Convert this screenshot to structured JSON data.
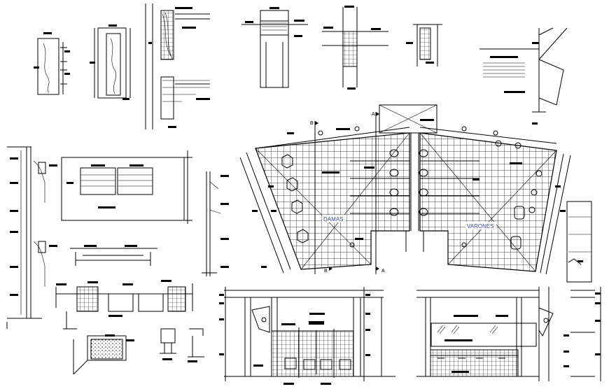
{
  "drawing": {
    "plan_labels": {
      "ladies": "DAMAS",
      "men": "VARONES"
    },
    "section_markers": {
      "a_top": "A",
      "a_bottom": "A",
      "b_top": "B",
      "b_bottom": "B"
    },
    "colors": {
      "line": "#000000",
      "room_label": "#3a4a8a",
      "background": "#ffffff"
    }
  }
}
